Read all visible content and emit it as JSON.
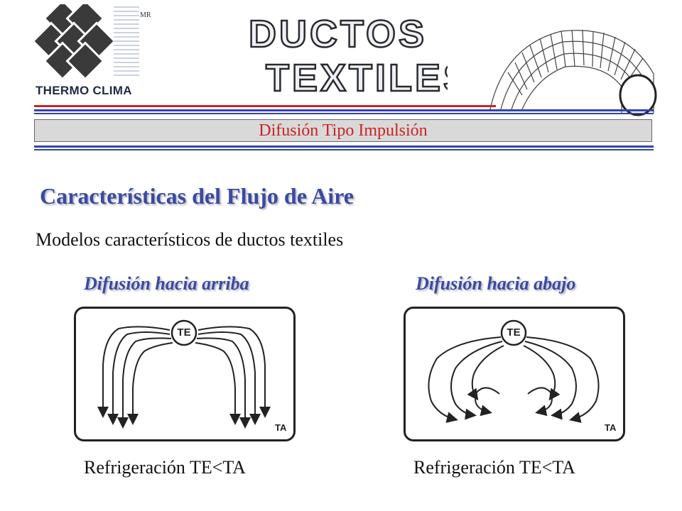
{
  "brand": {
    "name": "THERMO CLIMA",
    "mark": "MR"
  },
  "header": {
    "title_line1": "DUCTOS",
    "title_line2": "TEXTILES",
    "banner": "Difusión Tipo Impulsión"
  },
  "section_title": "Características del Flujo de Aire",
  "subtitle": "Modelos característicos de ductos textiles",
  "diagrams": [
    {
      "title": "Difusión hacia arriba",
      "caption": "Refrigeración TE<TA",
      "center_label": "TE",
      "corner_label": "TA"
    },
    {
      "title": "Difusión hacia abajo",
      "caption": "Refrigeración TE<TA",
      "center_label": "TE",
      "corner_label": "TA"
    }
  ],
  "colors": {
    "banner_text": "#cc2222",
    "accent_blue": "#3a4aa0",
    "rule_red": "#cc2222",
    "rule_blue": "#3344aa"
  }
}
